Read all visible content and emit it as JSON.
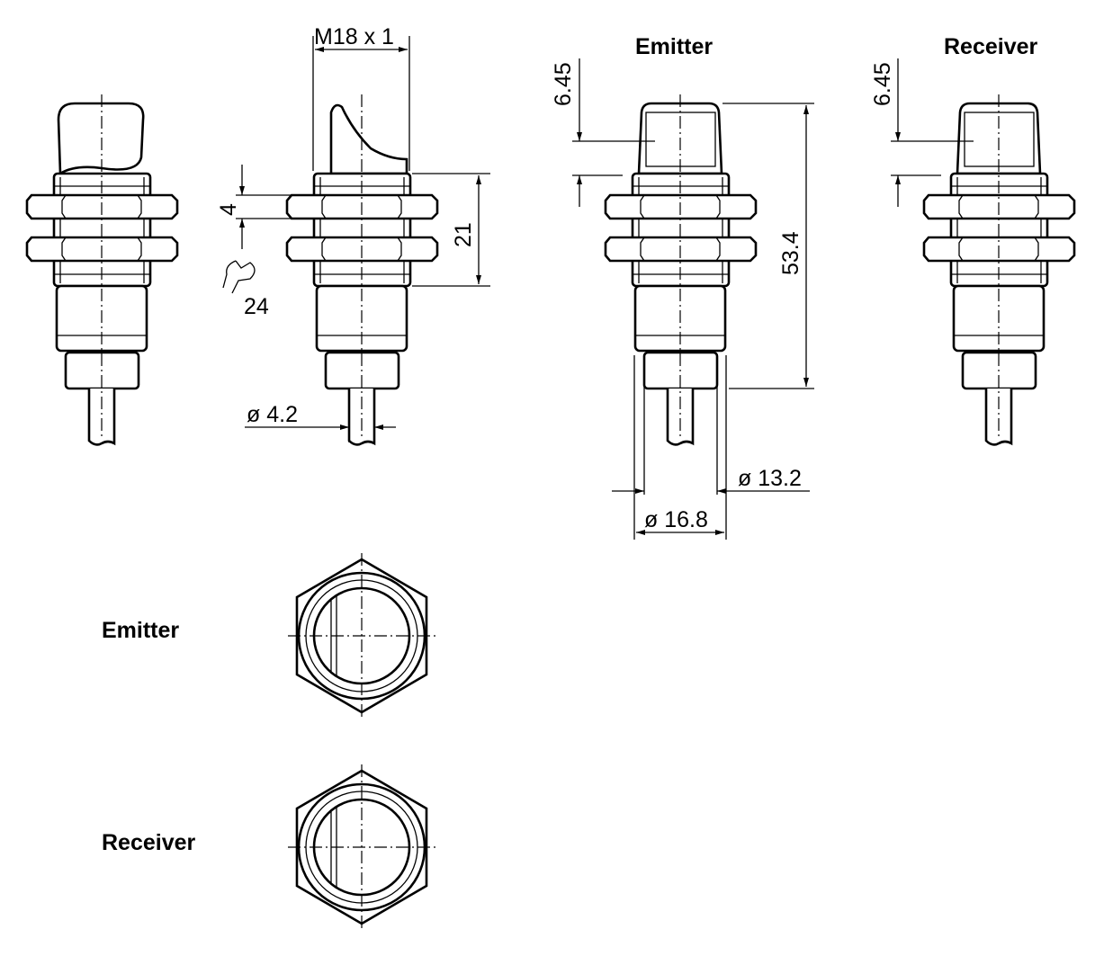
{
  "labels": {
    "emitter_title": "Emitter",
    "receiver_title": "Receiver",
    "emitter_front": "Emitter",
    "receiver_front": "Receiver"
  },
  "dimensions": {
    "thread": "M18 x 1",
    "nut_thickness": "4",
    "wrench_size": "24",
    "thread_length": "21",
    "cable_diameter": "ø 4.2",
    "lens_offset_emitter": "6.45",
    "lens_offset_receiver": "6.45",
    "total_length": "53.4",
    "connector_diameter": "ø 13.2",
    "body_diameter": "ø 16.8"
  }
}
